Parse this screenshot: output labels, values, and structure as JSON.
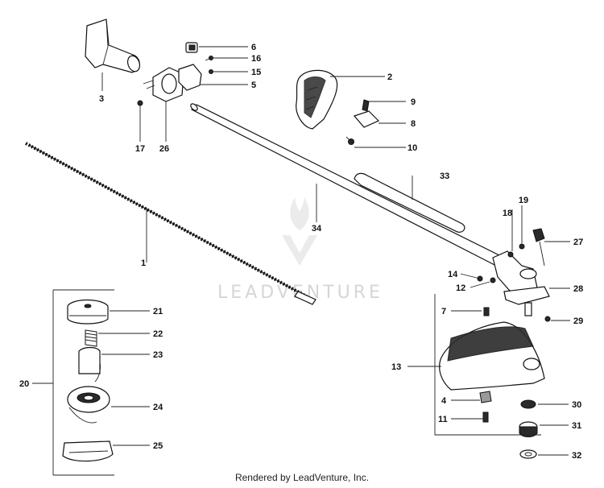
{
  "watermark": {
    "text": "LEADVENTURE"
  },
  "footer": {
    "text": "Rendered by LeadVenture, Inc."
  },
  "callouts": {
    "p1": "1",
    "p2": "2",
    "p3": "3",
    "p4": "4",
    "p5": "5",
    "p6": "6",
    "p7": "7",
    "p8": "8",
    "p9": "9",
    "p10": "10",
    "p11": "11",
    "p12": "12",
    "p13": "13",
    "p14": "14",
    "p15": "15",
    "p16": "16",
    "p17": "17",
    "p18": "18",
    "p19": "19",
    "p20": "20",
    "p21": "21",
    "p22": "22",
    "p23": "23",
    "p24": "24",
    "p25": "25",
    "p26": "26",
    "p27": "27",
    "p28": "28",
    "p29": "29",
    "p30": "30",
    "p31": "31",
    "p32": "32",
    "p33": "33",
    "p34": "34"
  }
}
